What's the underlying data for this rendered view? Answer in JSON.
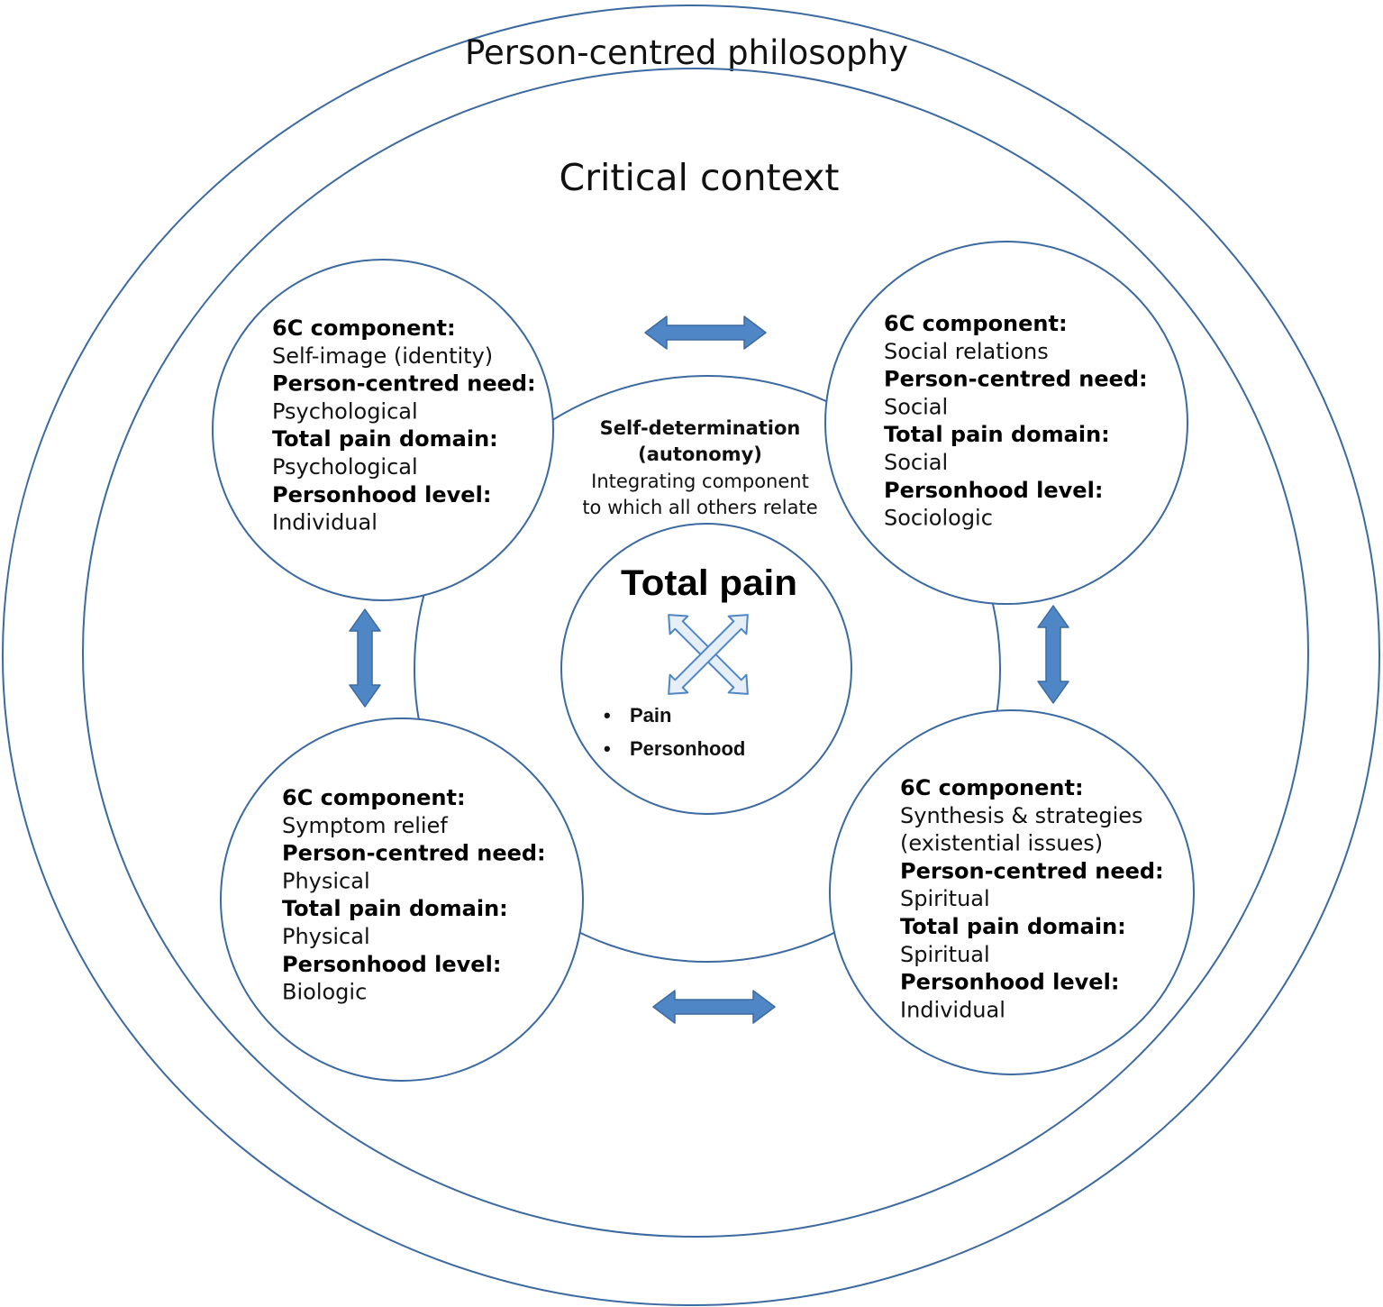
{
  "colors": {
    "outline": "#3c6aa0",
    "arrow_fill": "#4f86c6",
    "arrow_light": "#e6eef8"
  },
  "outer_title": "Person-centred philosophy",
  "inner_title": "Critical context",
  "center": {
    "heading_line1": "Self-determination",
    "heading_line2": "(autonomy)",
    "desc_line1": "Integrating component",
    "desc_line2": "to which all others relate"
  },
  "total_pain": {
    "title": "Total pain",
    "bullets": [
      "Pain",
      "Personhood"
    ]
  },
  "nodes": [
    {
      "id": "top-left",
      "rows": [
        {
          "text": "6C component:",
          "bold": true
        },
        {
          "text": "Self-image (identity)",
          "bold": false
        },
        {
          "text": "Person-centred need:",
          "bold": true
        },
        {
          "text": "Psychological",
          "bold": false
        },
        {
          "text": "Total pain domain:",
          "bold": true
        },
        {
          "text": "Psychological",
          "bold": false
        },
        {
          "text": "Personhood level:",
          "bold": true
        },
        {
          "text": "Individual",
          "bold": false
        }
      ]
    },
    {
      "id": "top-right",
      "rows": [
        {
          "text": "6C component:",
          "bold": true
        },
        {
          "text": "Social relations",
          "bold": false
        },
        {
          "text": "Person-centred need:",
          "bold": true
        },
        {
          "text": "Social",
          "bold": false
        },
        {
          "text": "Total pain domain:",
          "bold": true
        },
        {
          "text": "Social",
          "bold": false
        },
        {
          "text": "Personhood level:",
          "bold": true
        },
        {
          "text": "Sociologic",
          "bold": false
        }
      ]
    },
    {
      "id": "bottom-left",
      "rows": [
        {
          "text": "6C component:",
          "bold": true
        },
        {
          "text": "Symptom relief",
          "bold": false
        },
        {
          "text": "Person-centred need:",
          "bold": true
        },
        {
          "text": "Physical",
          "bold": false
        },
        {
          "text": "Total pain domain:",
          "bold": true
        },
        {
          "text": "Physical",
          "bold": false
        },
        {
          "text": "Personhood level:",
          "bold": true
        },
        {
          "text": "Biologic",
          "bold": false
        }
      ]
    },
    {
      "id": "bottom-right",
      "rows": [
        {
          "text": "6C component:",
          "bold": true
        },
        {
          "text": "Synthesis & strategies",
          "bold": false
        },
        {
          "text": "(existential issues)",
          "bold": false
        },
        {
          "text": "Person-centred need:",
          "bold": true
        },
        {
          "text": "Spiritual",
          "bold": false
        },
        {
          "text": "Total pain domain:",
          "bold": true
        },
        {
          "text": "Spiritual",
          "bold": false
        },
        {
          "text": "Personhood level:",
          "bold": true
        },
        {
          "text": "Individual",
          "bold": false
        }
      ]
    }
  ]
}
